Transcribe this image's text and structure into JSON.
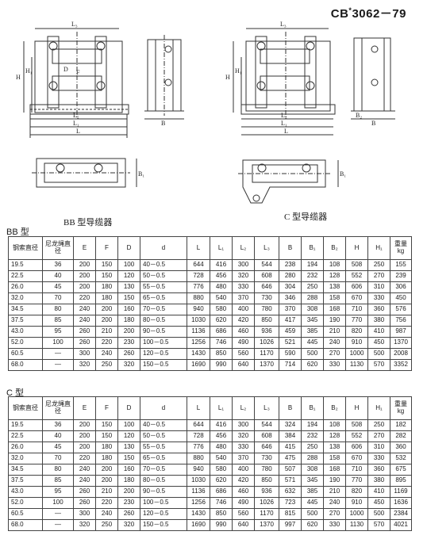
{
  "standard": {
    "code": "CB",
    "mark": "*",
    "number": "3062－79"
  },
  "drawings": {
    "bb_caption": "BB 型导缆器",
    "c_caption": "C 型导缆器",
    "dim_labels": {
      "l3": "L₃",
      "h": "H",
      "h1": "H₁",
      "f": "F",
      "d": "D",
      "l2": "L₂",
      "l1": "L₁",
      "l": "L",
      "b": "B",
      "b2": "B₂",
      "b1": "B₁"
    }
  },
  "tables": [
    {
      "title": "BB 型",
      "headers": [
        "钢索直径",
        "尼龙绳直径",
        "E",
        "F",
        "D",
        "d",
        "L",
        "L₁",
        "L₂",
        "L₃",
        "B",
        "B₁",
        "B₂",
        "H",
        "H₁",
        "重量 kg"
      ],
      "rows": [
        [
          "19.5",
          "36",
          "200",
          "150",
          "100",
          "40－0.5",
          "644",
          "416",
          "300",
          "544",
          "238",
          "194",
          "108",
          "508",
          "250",
          "155"
        ],
        [
          "22.5",
          "40",
          "200",
          "150",
          "120",
          "50－0.5",
          "728",
          "456",
          "320",
          "608",
          "280",
          "232",
          "128",
          "552",
          "270",
          "239"
        ],
        [
          "26.0",
          "45",
          "200",
          "180",
          "130",
          "55－0.5",
          "776",
          "480",
          "330",
          "646",
          "304",
          "250",
          "138",
          "606",
          "310",
          "306"
        ],
        [
          "32.0",
          "70",
          "220",
          "180",
          "150",
          "65－0.5",
          "880",
          "540",
          "370",
          "730",
          "346",
          "288",
          "158",
          "670",
          "330",
          "450"
        ],
        [
          "34.5",
          "80",
          "240",
          "200",
          "160",
          "70－0.5",
          "940",
          "580",
          "400",
          "780",
          "370",
          "308",
          "168",
          "710",
          "360",
          "576"
        ],
        [
          "37.5",
          "85",
          "240",
          "200",
          "180",
          "80－0.5",
          "1030",
          "620",
          "420",
          "850",
          "417",
          "345",
          "190",
          "770",
          "380",
          "756"
        ],
        [
          "43.0",
          "95",
          "260",
          "210",
          "200",
          "90－0.5",
          "1136",
          "686",
          "460",
          "936",
          "459",
          "385",
          "210",
          "820",
          "410",
          "987"
        ],
        [
          "52.0",
          "100",
          "260",
          "220",
          "230",
          "100－0.5",
          "1256",
          "746",
          "490",
          "1026",
          "521",
          "445",
          "240",
          "910",
          "450",
          "1370"
        ],
        [
          "60.5",
          "—",
          "300",
          "240",
          "260",
          "120－0.5",
          "1430",
          "850",
          "560",
          "1170",
          "590",
          "500",
          "270",
          "1000",
          "500",
          "2008"
        ],
        [
          "68.0",
          "—",
          "320",
          "250",
          "320",
          "150－0.5",
          "1690",
          "990",
          "640",
          "1370",
          "714",
          "620",
          "330",
          "1130",
          "570",
          "3352"
        ]
      ]
    },
    {
      "title": "C 型",
      "headers": [
        "钢索直径",
        "尼龙绳直径",
        "E",
        "F",
        "D",
        "d",
        "L",
        "L₁",
        "L₂",
        "L₃",
        "B",
        "B₁",
        "B₂",
        "H",
        "H₁",
        "重量 kg"
      ],
      "rows": [
        [
          "19.5",
          "36",
          "200",
          "150",
          "100",
          "40－0.5",
          "644",
          "416",
          "300",
          "544",
          "324",
          "194",
          "108",
          "508",
          "250",
          "182"
        ],
        [
          "22.5",
          "40",
          "200",
          "150",
          "120",
          "50－0.5",
          "728",
          "456",
          "320",
          "608",
          "384",
          "232",
          "128",
          "552",
          "270",
          "282"
        ],
        [
          "26.0",
          "45",
          "200",
          "180",
          "130",
          "55－0.5",
          "776",
          "480",
          "330",
          "646",
          "415",
          "250",
          "138",
          "606",
          "310",
          "360"
        ],
        [
          "32.0",
          "70",
          "220",
          "180",
          "150",
          "65－0.5",
          "880",
          "540",
          "370",
          "730",
          "475",
          "288",
          "158",
          "670",
          "330",
          "532"
        ],
        [
          "34.5",
          "80",
          "240",
          "200",
          "160",
          "70－0.5",
          "940",
          "580",
          "400",
          "780",
          "507",
          "308",
          "168",
          "710",
          "360",
          "675"
        ],
        [
          "37.5",
          "85",
          "240",
          "200",
          "180",
          "80－0.5",
          "1030",
          "620",
          "420",
          "850",
          "571",
          "345",
          "190",
          "770",
          "380",
          "895"
        ],
        [
          "43.0",
          "95",
          "260",
          "210",
          "200",
          "90－0.5",
          "1136",
          "686",
          "460",
          "936",
          "632",
          "385",
          "210",
          "820",
          "410",
          "1169"
        ],
        [
          "52.0",
          "100",
          "260",
          "220",
          "230",
          "100－0.5",
          "1256",
          "746",
          "490",
          "1026",
          "723",
          "445",
          "240",
          "910",
          "450",
          "1636"
        ],
        [
          "60.5",
          "—",
          "300",
          "240",
          "260",
          "120－0.5",
          "1430",
          "850",
          "560",
          "1170",
          "815",
          "500",
          "270",
          "1000",
          "500",
          "2384"
        ],
        [
          "68.0",
          "—",
          "320",
          "250",
          "320",
          "150－0.5",
          "1690",
          "990",
          "640",
          "1370",
          "997",
          "620",
          "330",
          "1130",
          "570",
          "4021"
        ]
      ]
    }
  ]
}
